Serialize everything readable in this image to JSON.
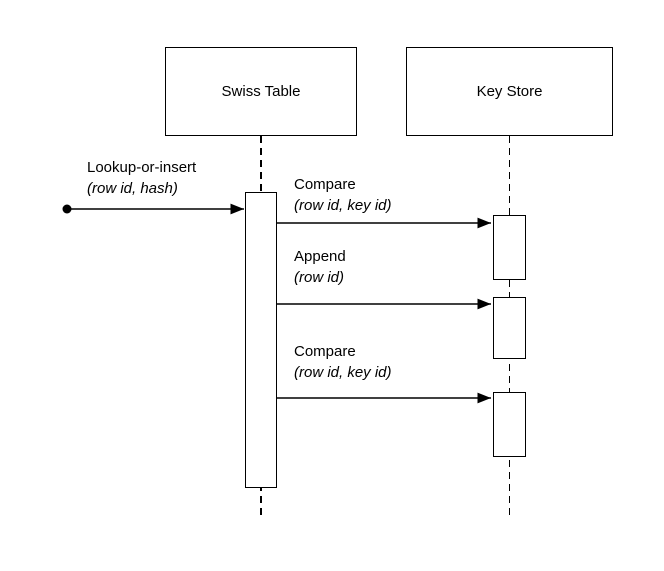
{
  "diagram": {
    "type": "uml-sequence-diagram",
    "background_color": "#ffffff",
    "line_color": "#000000",
    "actors": [
      {
        "name": "Swiss Table"
      },
      {
        "name": "Key Store"
      }
    ],
    "messages": [
      {
        "label": "Lookup-or-insert",
        "params": "(row id, hash)",
        "from": "external",
        "to": "Swiss Table"
      },
      {
        "label": "Compare",
        "params": "(row id, key id)",
        "from": "Swiss Table",
        "to": "Key Store"
      },
      {
        "label": "Append",
        "params": "(row id)",
        "from": "Swiss Table",
        "to": "Key Store"
      },
      {
        "label": "Compare",
        "params": "(row id, key id)",
        "from": "Swiss Table",
        "to": "Key Store"
      }
    ]
  }
}
